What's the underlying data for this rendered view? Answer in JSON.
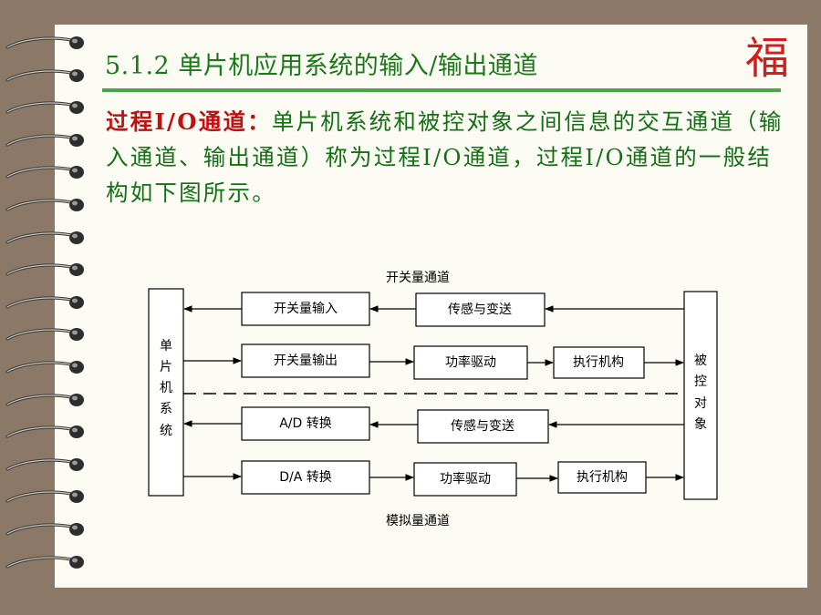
{
  "slide": {
    "title": "5.1.2   单片机应用系统的输入/输出通道",
    "seal_char": "福",
    "definition_term": "过程I/O通道：",
    "definition_text": "单片机系统和被控对象之间信息的交互通道（输入通道、输出通道）称为过程I/O通道，过程I/O通道的一般结构如下图所示。"
  },
  "diagram": {
    "top_caption": "开关量通道",
    "bottom_caption": "模拟量通道",
    "left_block": [
      "单",
      "片",
      "机",
      "系",
      "统"
    ],
    "right_block": [
      "被",
      "控",
      "对",
      "象"
    ],
    "rows": {
      "switch_in": [
        "开关量输入",
        "传感与变送"
      ],
      "switch_out": [
        "开关量输出",
        "功率驱动",
        "执行机构"
      ],
      "analog_in": [
        "A/D 转换",
        "传感与变送"
      ],
      "analog_out": [
        "D/A 转换",
        "功率驱动",
        "执行机构"
      ]
    }
  }
}
